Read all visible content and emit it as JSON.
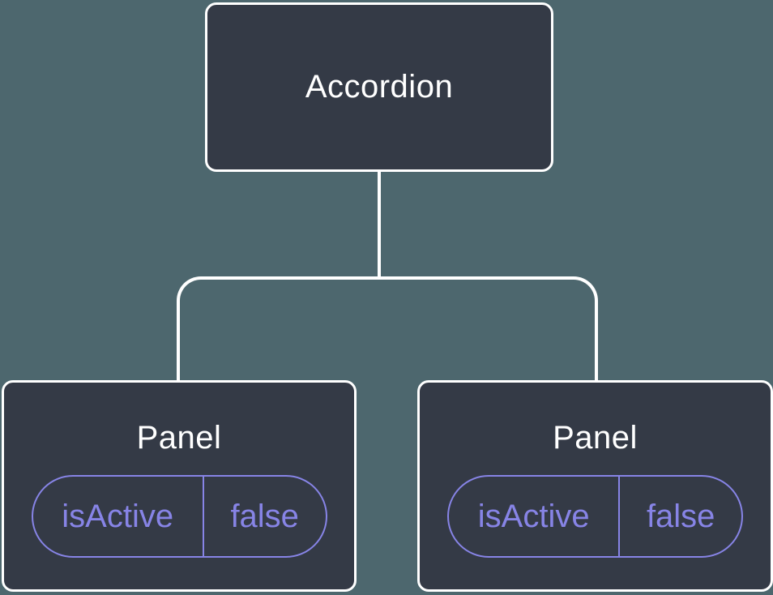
{
  "diagram": {
    "root": {
      "label": "Accordion"
    },
    "panels": [
      {
        "label": "Panel",
        "state_key": "isActive",
        "state_value": "false"
      },
      {
        "label": "Panel",
        "state_key": "isActive",
        "state_value": "false"
      }
    ],
    "colors": {
      "background": "#4d676e",
      "node_fill": "#343a46",
      "node_border": "#ffffff",
      "node_text": "#ffffff",
      "connector": "#ffffff",
      "state_accent": "#8784e6"
    }
  }
}
